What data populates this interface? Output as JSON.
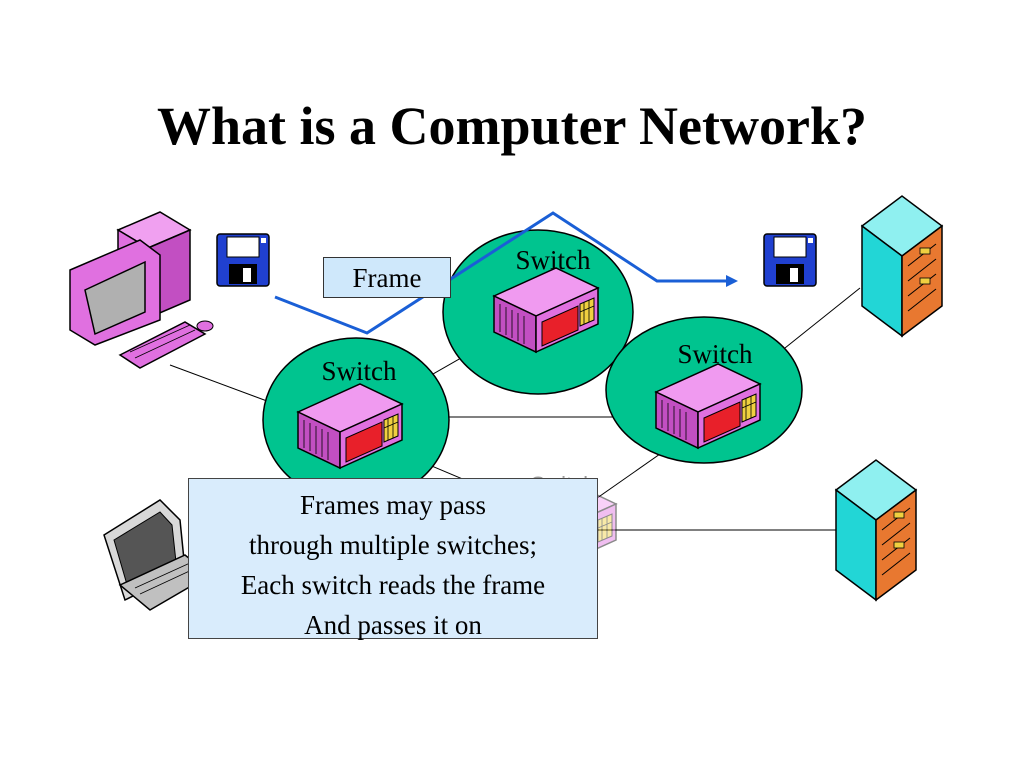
{
  "title": "What is a Computer Network?",
  "frame_label": "Frame",
  "switch_labels": {
    "top": "Switch",
    "left": "Switch",
    "right": "Switch",
    "faded": "Switch"
  },
  "callout_lines": [
    "Frames may pass",
    "through multiple switches;",
    "Each switch reads the frame",
    "And passes it on"
  ],
  "colors": {
    "cloud": "#00c48f",
    "switch_body": "#e070e0",
    "switch_panel": "#e8202a",
    "path_line": "#1a5fd6",
    "callout_bg": "#d9ecfc",
    "server": "#22d6d6"
  }
}
